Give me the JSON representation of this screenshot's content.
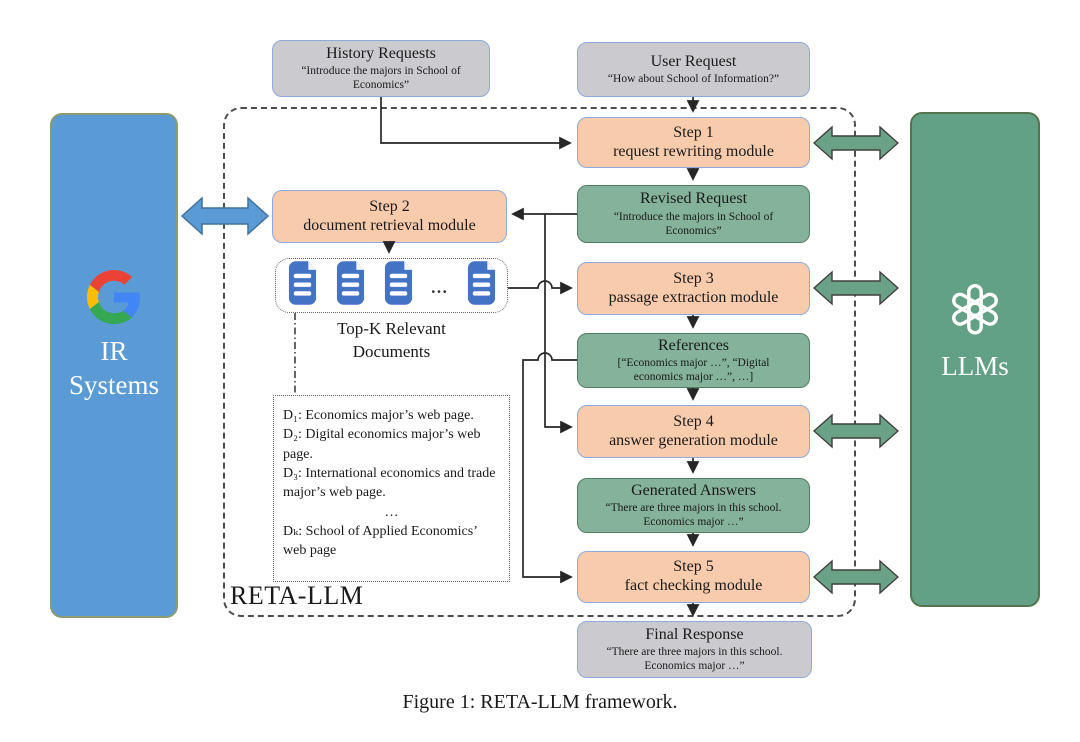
{
  "caption": "Figure 1: RETA-LLM framework.",
  "frame": {
    "label": "RETA-LLM"
  },
  "ir_system": {
    "line1": "IR",
    "line2": "Systems",
    "logo": "google-g-icon"
  },
  "llms": {
    "label": "LLMs",
    "logo": "openai-icon"
  },
  "nodes": {
    "history_requests": {
      "title": "History Requests",
      "quote": "“Introduce the majors in School of Economics”"
    },
    "user_request": {
      "title": "User Request",
      "quote": "“How about School of Information?”"
    },
    "step1": {
      "title": "Step 1",
      "subtitle": "request rewriting module"
    },
    "revised_request": {
      "title": "Revised Request",
      "quote": "“Introduce the majors in School of Economics”"
    },
    "step2": {
      "title": "Step 2",
      "subtitle": "document retrieval module"
    },
    "step3": {
      "title": "Step 3",
      "subtitle": "passage extraction module"
    },
    "references": {
      "title": "References",
      "quote": "[“Economics major …”, “Digital economics major …”, …]"
    },
    "step4": {
      "title": "Step 4",
      "subtitle": "answer generation module"
    },
    "generated_answers": {
      "title": "Generated Answers",
      "quote": "“There are three majors in this school. Economics major …”"
    },
    "step5": {
      "title": "Step 5",
      "subtitle": "fact checking module"
    },
    "final_response": {
      "title": "Final Response",
      "quote": "“There are three majors in this school. Economics major …”"
    }
  },
  "documents": {
    "icon": "document-icon",
    "visible_count": 4,
    "ellipsis": "…",
    "label_line1": "Top-K Relevant",
    "label_line2": "Documents"
  },
  "doc_list": [
    "D₁: Economics major’s web page.",
    "D₂: Digital economics major’s web page.",
    "D₃: International economics and trade major’s web page.",
    "…",
    "Dₖ: School of Applied Economics’ web page"
  ],
  "colors": {
    "orange_module": "#f8cbad",
    "green_data": "#84b29a",
    "gray_io": "#cbcbcf",
    "node_border_blue": "#8ea9db",
    "ir_blue": "#5b9bd5",
    "llm_green": "#62a186",
    "doc_icon_blue": "#4472c4",
    "exchange_arrow_green": "#6aa287",
    "exchange_arrow_blue": "#5b9bd5"
  }
}
